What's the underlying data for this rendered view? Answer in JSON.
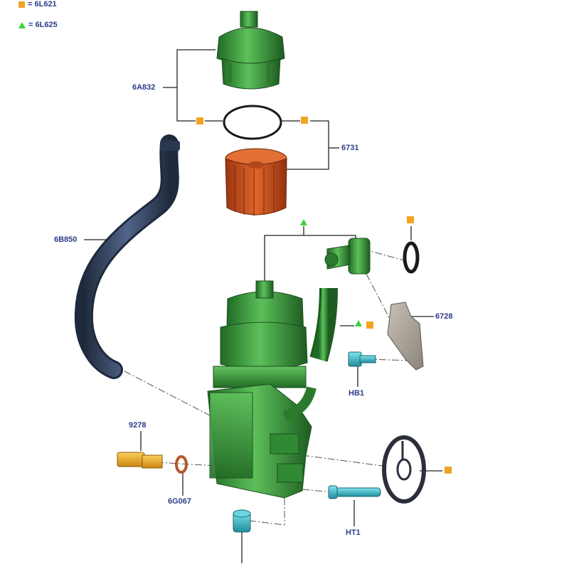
{
  "legend": [
    {
      "symbol": "square",
      "text": "= 6L621"
    },
    {
      "symbol": "triangle",
      "text": "= 6L625"
    }
  ],
  "labels": {
    "cap_cover": "6A832",
    "filter_element": "6731",
    "hose": "6B850",
    "bracket": "6728",
    "bolt_hb1": "HB1",
    "sender": "9278",
    "washer": "6G067",
    "pin_ht1": "HT1"
  },
  "colors": {
    "label": "#2d3c8a",
    "marker_square": "#f0a422",
    "marker_triangle": "#3cd63a",
    "housing": "#3f9a3f",
    "filter": "#d85a20",
    "hose": "#3a4a66",
    "bolt": "#3cb0c0"
  }
}
